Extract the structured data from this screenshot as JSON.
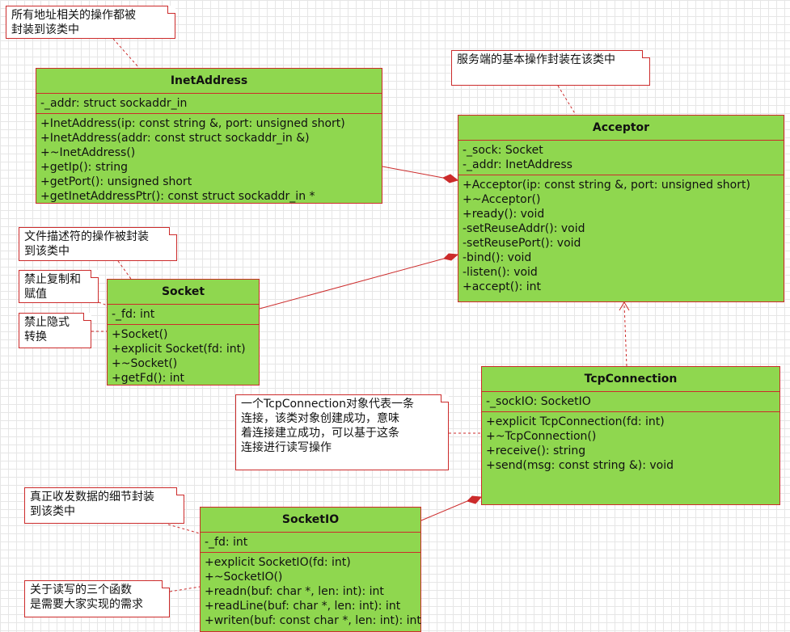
{
  "classes": {
    "inetaddress": {
      "name": "InetAddress",
      "fields": [
        "-_addr: struct sockaddr_in"
      ],
      "methods": [
        "+InetAddress(ip: const string &, port: unsigned short)",
        "+InetAddress(addr: const struct sockaddr_in &)",
        "+~InetAddress()",
        "+getIp(): string",
        "+getPort(): unsigned short",
        "+getInetAddressPtr(): const struct sockaddr_in *"
      ]
    },
    "acceptor": {
      "name": "Acceptor",
      "fields": [
        "-_sock: Socket",
        "-_addr: InetAddress"
      ],
      "methods": [
        "+Acceptor(ip: const string &, port: unsigned short)",
        "+~Acceptor()",
        "+ready(): void",
        "-setReuseAddr(): void",
        "-setReusePort(): void",
        "-bind(): void",
        "-listen(): void",
        "+accept(): int"
      ]
    },
    "socket": {
      "name": "Socket",
      "fields": [
        "-_fd: int"
      ],
      "methods": [
        "+Socket()",
        "+explicit Socket(fd: int)",
        "+~Socket()",
        "+getFd(): int"
      ]
    },
    "tcpconnection": {
      "name": "TcpConnection",
      "fields": [
        "-_sockIO: SocketIO"
      ],
      "methods": [
        "+explicit TcpConnection(fd: int)",
        "+~TcpConnection()",
        "+receive(): string",
        "+send(msg: const string &): void"
      ]
    },
    "socketio": {
      "name": "SocketIO",
      "fields": [
        "-_fd: int"
      ],
      "methods": [
        "+explicit SocketIO(fd: int)",
        "+~SocketIO()",
        "+readn(buf: char *, len: int): int",
        "+readLine(buf: char *, len: int): int",
        "+writen(buf: const char *, len: int): int"
      ]
    }
  },
  "notes": {
    "inetaddress": [
      "所有地址相关的操作都被",
      "封装到该类中"
    ],
    "acceptor": [
      "服务端的基本操作封装在该类中"
    ],
    "socket": [
      "文件描述符的操作被封装",
      "到该类中"
    ],
    "no_copy": [
      "禁止复制和",
      "赋值"
    ],
    "no_implicit": [
      "禁止隐式",
      "转换"
    ],
    "tcpconnection": [
      "一个TcpConnection对象代表一条",
      "连接，该类对象创建成功，意味",
      "着连接建立成功，可以基于这条",
      "连接进行读写操作"
    ],
    "socketio": [
      "真正收发数据的细节封装",
      "到该类中"
    ],
    "rw": [
      "关于读写的三个函数",
      "是需要大家实现的需求"
    ]
  },
  "colors": {
    "class_fill": "#8fd74f",
    "border": "#cc2b2b",
    "note_fill": "#ffffff"
  }
}
